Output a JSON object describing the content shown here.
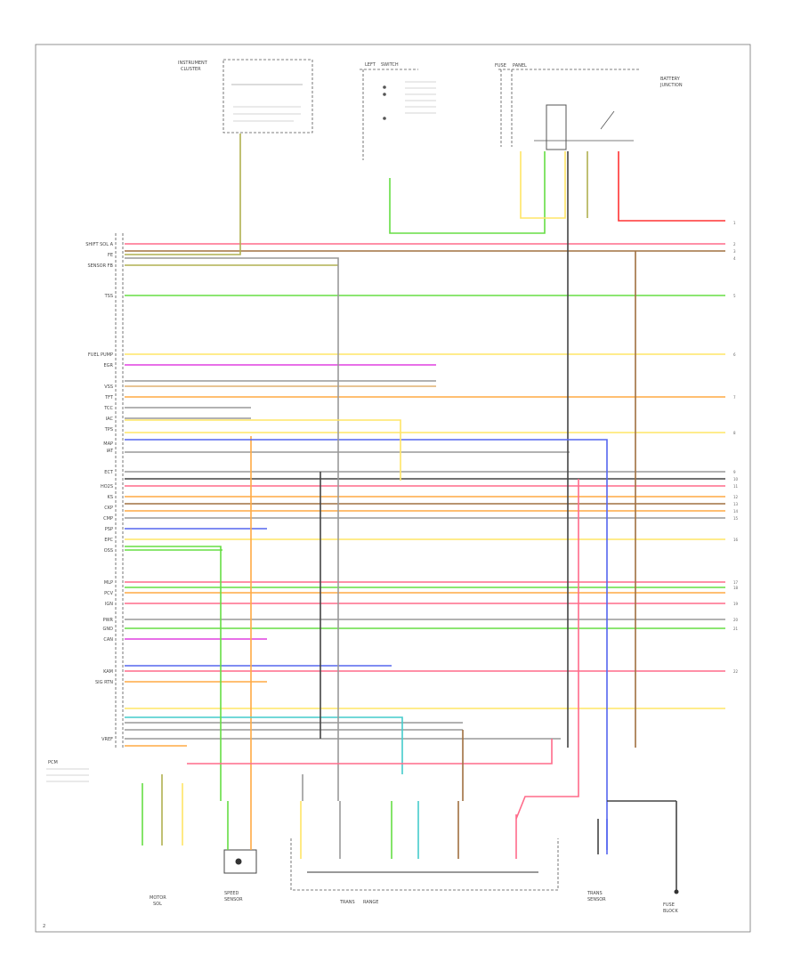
{
  "page_number": "2",
  "pcm": {
    "pin_labels": [
      "SHIFT SOL A",
      "FE",
      "SENSOR FB",
      "TSS",
      "FUEL PUMP",
      "EGR",
      "VSS",
      "TFT",
      "TCC",
      "IAC",
      "TPS",
      "MAP",
      "IAT",
      "ECT",
      "HO2S",
      "KS",
      "CKP",
      "CMP",
      "PSP",
      "EPC",
      "OSS",
      "MLP",
      "PCV",
      "IGN",
      "PWR",
      "GND",
      "CAN",
      "KAM",
      "SIG RTN",
      "VREF"
    ],
    "bottom_label": "PCM"
  },
  "components": {
    "top_left_box": {
      "label1": "INSTRUMENT",
      "label2": "CLUSTER"
    },
    "top_mid_box": {
      "label1": "LEFT",
      "label2": "SWITCH"
    },
    "top_right_box": {
      "label1": "FUSE",
      "label2": "PANEL"
    },
    "top_right_side": {
      "label1": "BATTERY",
      "label2": "JUNCTION"
    },
    "bottom_comp_1": {
      "label1": "MOTOR",
      "label2": "SOL"
    },
    "bottom_comp_2": {
      "label1": "SPEED",
      "label2": "SENSOR"
    },
    "bottom_comp_3": {
      "label1": "TRANS",
      "label2": "SENSOR"
    },
    "bottom_comp_4": {
      "label1": "TRANS",
      "label2": "RANGE"
    },
    "bottom_comp_5": {
      "label1": "FUSE",
      "label2": "BLOCK"
    }
  },
  "wire_colors": {
    "pink": "#ff6b8a",
    "green": "#66dd44",
    "yellow": "#ffe566",
    "magenta": "#e040e0",
    "orange": "#ffaa44",
    "blue": "#5566ee",
    "red": "#ff3333",
    "brown": "#a07040",
    "olive": "#b0b050",
    "teal": "#44cccc",
    "gray": "#999999",
    "tan": "#e0b070",
    "black": "#444444"
  },
  "right_edge_numbers": [
    "1",
    "2",
    "3",
    "4",
    "5",
    "6",
    "7",
    "8",
    "9",
    "10",
    "11",
    "12",
    "13",
    "14",
    "15",
    "16",
    "17",
    "18",
    "19",
    "20",
    "21",
    "22"
  ]
}
